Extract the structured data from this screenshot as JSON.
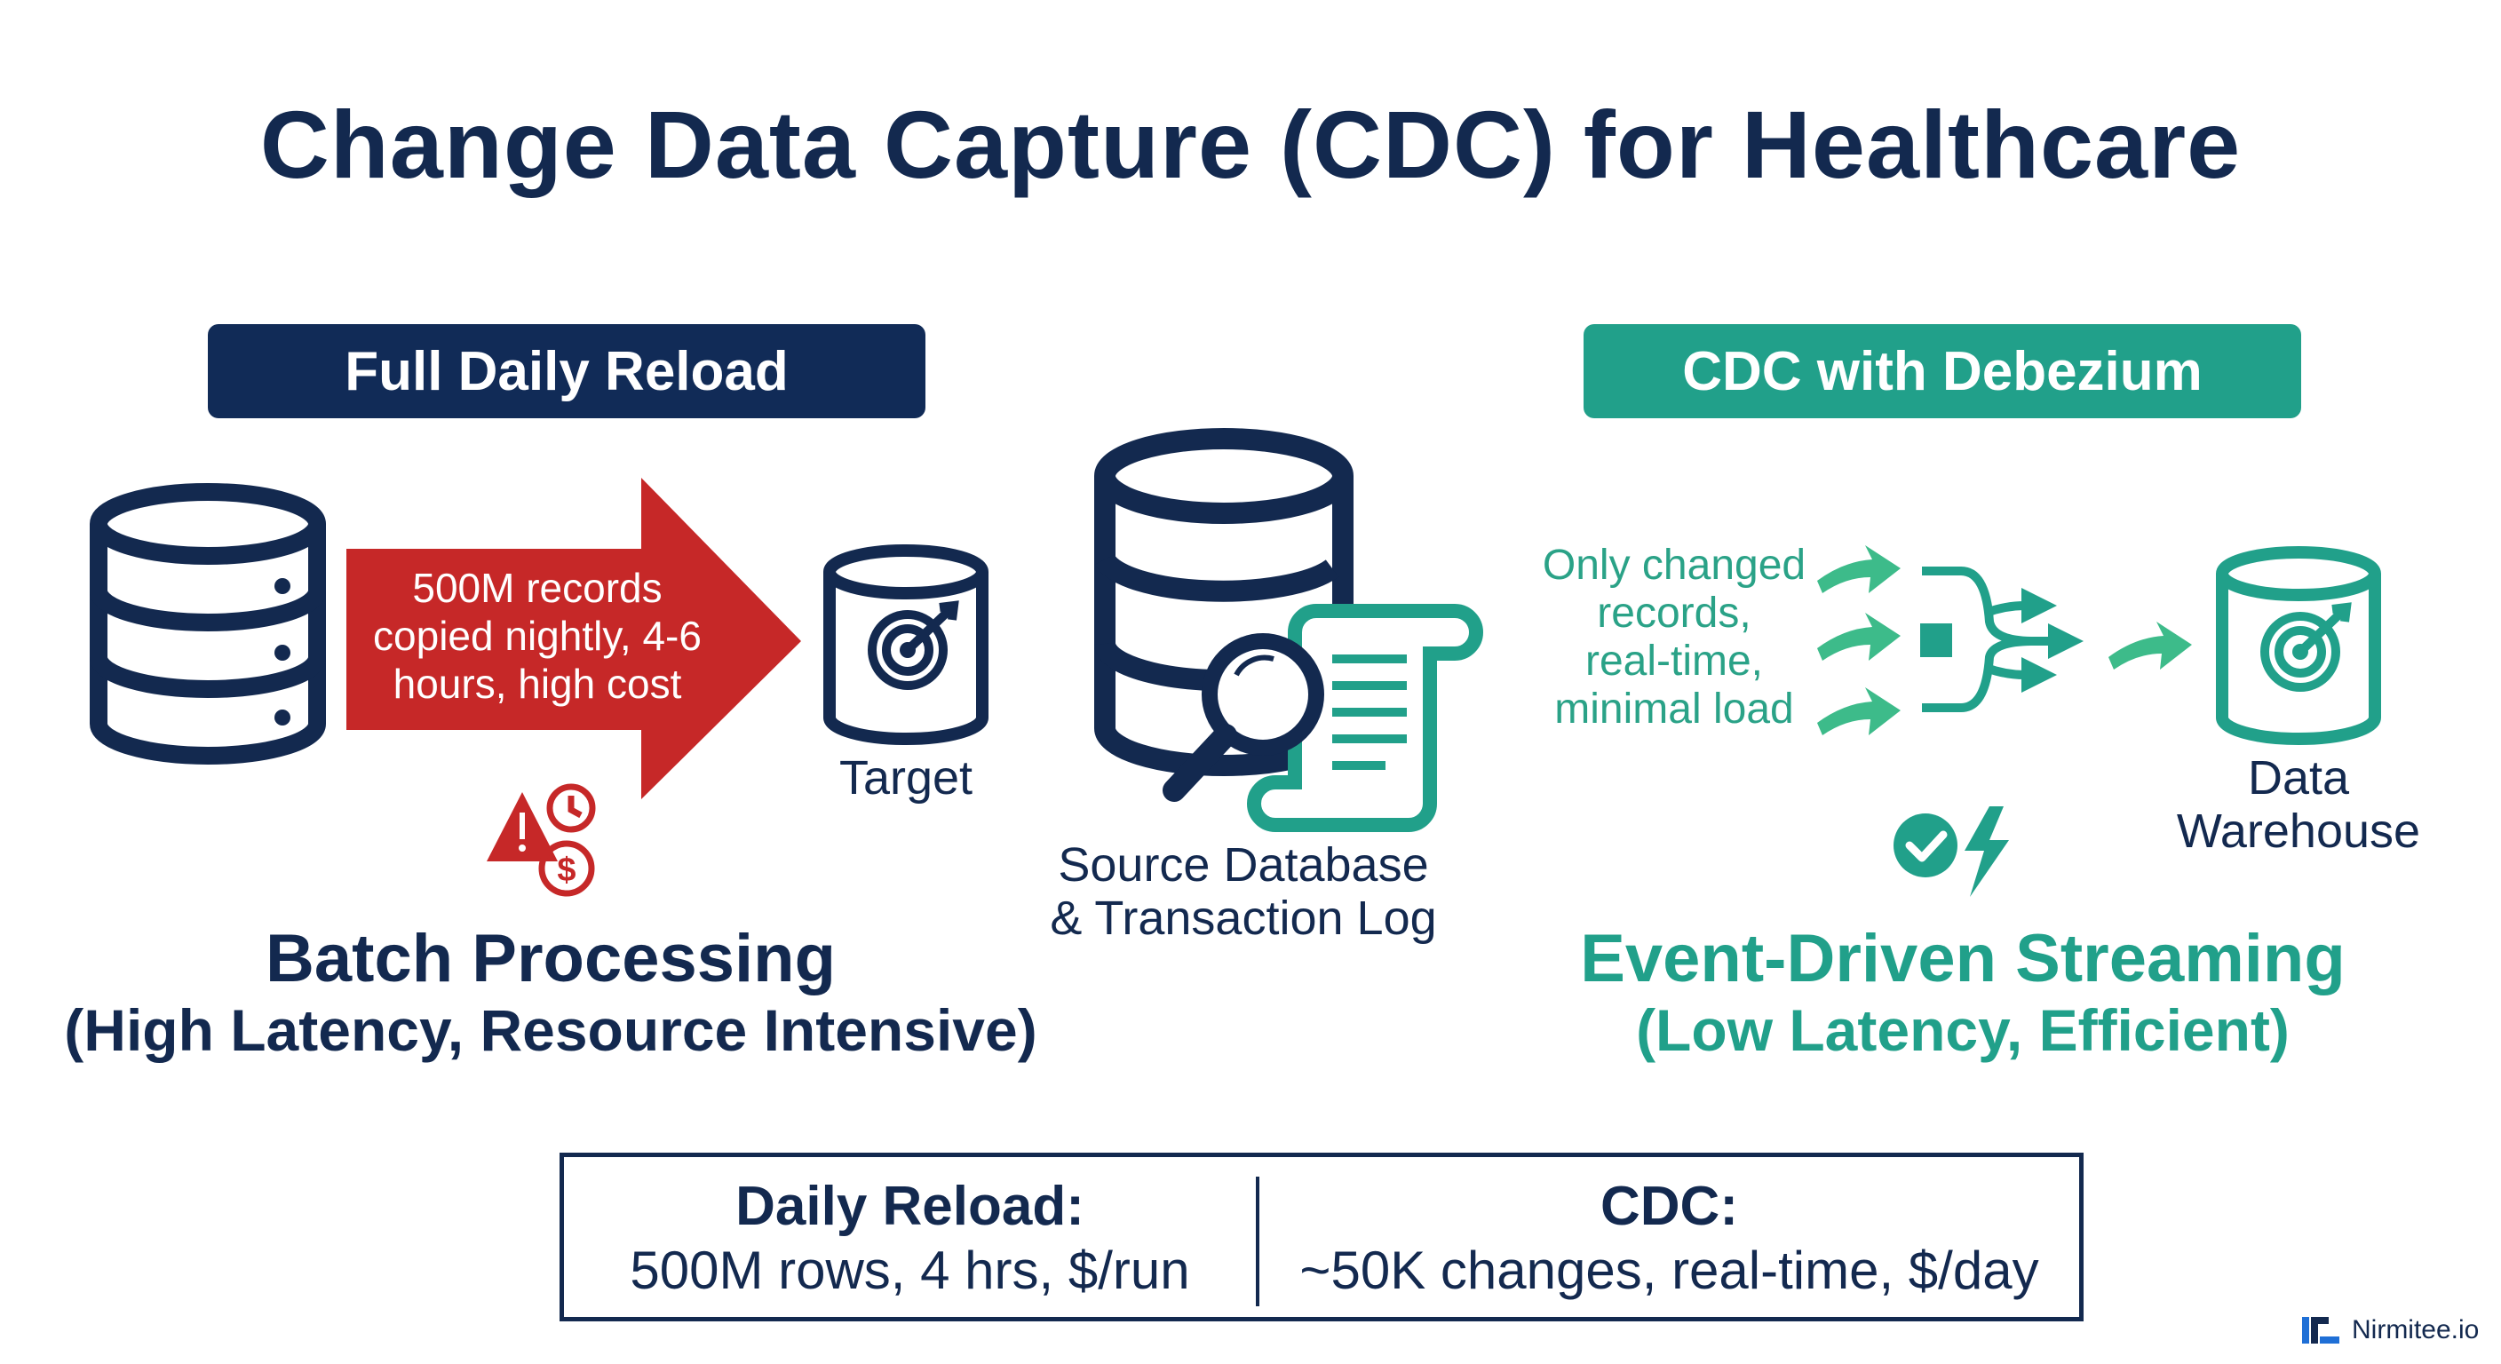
{
  "title": "Change Data Capture (CDC) for Healthcare",
  "left_panel": {
    "header": "Full Daily Reload",
    "arrow_text": [
      "500M records",
      "copied nightly, 4-6",
      "hours, high cost"
    ],
    "target_label": "Target",
    "icons": [
      "database-icon",
      "red-arrow-icon",
      "warning-icon",
      "clock-icon",
      "dollar-icon",
      "target-database-icon"
    ],
    "heading": "Batch Processing",
    "subheading": "(High Latency, Resource Intensive)"
  },
  "center": {
    "label_line1": "Source Database",
    "label_line2": "& Transaction Log",
    "icons": [
      "database-icon",
      "magnifier-icon",
      "log-scroll-icon"
    ]
  },
  "right_panel": {
    "header": "CDC with Debezium",
    "stream_text": [
      "Only changed",
      "records,",
      "real-time,",
      "minimal load"
    ],
    "warehouse_label_line1": "Data",
    "warehouse_label_line2": "Warehouse",
    "icons": [
      "green-arrow-icon",
      "router-icon",
      "checkmark-icon",
      "lightning-icon",
      "warehouse-database-icon"
    ],
    "heading": "Event-Driven Streaming",
    "subheading": "(Low Latency, Efficient)"
  },
  "comparison": {
    "left_head": "Daily Reload:",
    "left_val": "500M rows, 4 hrs, $/run",
    "right_head": "CDC:",
    "right_val": "~50K changes, real-time, $/day"
  },
  "brand": {
    "name": "Nirmitee.io",
    "icon": "nirmitee-logo-icon"
  },
  "colors": {
    "navy": "#13294f",
    "teal": "#21a08a",
    "green": "#2aa287",
    "red": "#c62828"
  }
}
